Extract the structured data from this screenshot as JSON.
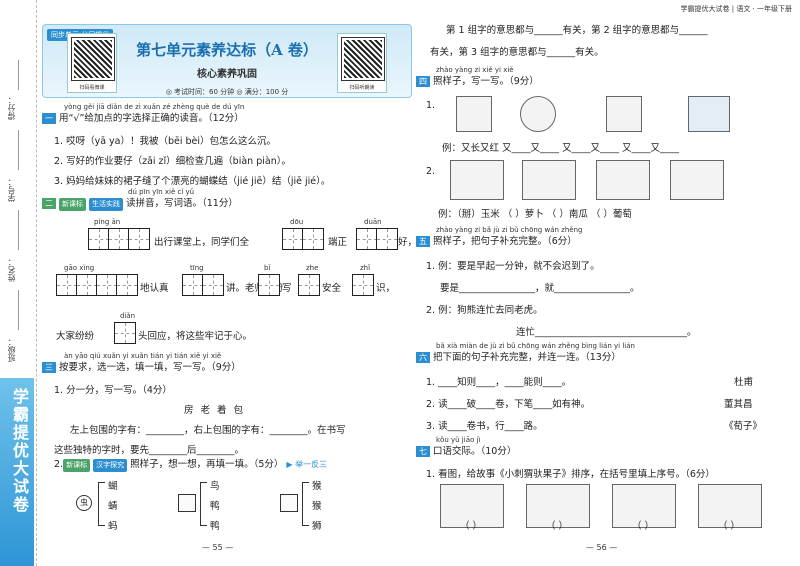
{
  "strip": {
    "labels": [
      "得分：",
      "学号：",
      "姓名：",
      "班级："
    ],
    "brand": "学霸提优大试卷"
  },
  "header": {
    "tag": "同步单元 分层提优",
    "top_right": "学霸提优大试卷 | 语文 · 一年级下册",
    "title": "第七单元素养达标（A 卷）",
    "subtitle": "核心素养巩固",
    "meta": "◎ 考试时间：60 分钟    ◎ 满分：100 分",
    "qr_left_cap": "扫码看微课",
    "qr_right_cap": "扫码听朗读"
  },
  "s1": {
    "num": "一",
    "pinyin": "yòng                    gěi jiā diǎn de zì xuǎn zé zhèng què de dú yīn",
    "heading": "用“√”给加点的字选择正确的读音。（12分）",
    "items": [
      "1. 哎呀（yā  ya）！我被（bēi  bèi）包怎么这么沉。",
      "2. 写好的作业要仔（zǎi  zǐ）细检查几遍（biàn  piàn）。",
      "3. 妈妈给妹妹的裙子缝了个漂亮的蝴蝶结（jié  jiē）结（jiē  jié）。"
    ]
  },
  "s2": {
    "num": "二",
    "tag1": "新课标",
    "tag2": "生活实践",
    "pinyin": "dú pīn yīn   xiě cí yǔ",
    "heading": "读拼音，写词语。（11分）",
    "row1_py": [
      "píng   ān",
      "dōu",
      "duān"
    ],
    "row1_t": [
      "出行课堂上，同学们全",
      "端正",
      "好，"
    ],
    "row2_py": [
      "gāo   xìng",
      "tīng",
      "bǐ",
      "zhe",
      "zhǐ"
    ],
    "row2_t": [
      "地认真",
      "讲。老师用粉",
      "写",
      "安全",
      "识，"
    ],
    "row3_py": "diǎn",
    "row3_t": [
      "大家纷纷",
      "头回应，将这些牢记于心。"
    ]
  },
  "s3": {
    "num": "三",
    "pinyin": "àn yāo qiú   xuǎn yi xuǎn   tián yi tián   xiě yi xiě",
    "heading": "按要求，选一选，填一填，写一写。（9分）",
    "q1": "1. 分一分，写一写。（4分）",
    "words": "房   老   着   包",
    "q1_line1": "左上包围的字有：________，右上包围的字有：________。在书写",
    "q1_line2": "这些独特的字时，要先________后________。",
    "q2_tag1": "新课标",
    "q2_tag2": "汉字探究",
    "q2": "照样子，想一想，再填一填。（5分）",
    "q2_link": "▶ 举一反三",
    "center_char": "虫",
    "col1": [
      "蝴",
      "蜻",
      "蚂"
    ],
    "col2": [
      "鸟",
      "鸭",
      "鸭"
    ],
    "col3": [
      "猴",
      "猴",
      "狮"
    ]
  },
  "page_left": "— 55 —",
  "page_right": "— 56 —",
  "r_top": {
    "line1": "第 1 组字的意思都与______有关，第 2 组字的意思都与______",
    "line2": "有关，第 3 组字的意思都与______有关。"
  },
  "s4": {
    "num": "四",
    "pinyin": "zhào yàng zi   xiě yi xiě",
    "heading": "照样子，写一写。（9分）",
    "q1": "1.",
    "example1": "例：又长又红    又____又____    又____又____    又____又____",
    "q2": "2.",
    "example2": "例：（掰）玉米     （    ）萝卜     （    ）南瓜     （    ）葡萄"
  },
  "s5": {
    "num": "五",
    "pinyin": "zhào yàng zi   bǎ jù zi bǔ chōng wán zhěng",
    "heading": "照样子，把句子补充完整。（6分）",
    "ex1": "1. 例：要是早起一分钟，就不会迟到了。",
    "ans1": "要是________________，就________________。",
    "ex2": "2. 例：狗熊连忙去同老虎。",
    "ans2": "连忙________________________________。"
  },
  "s6": {
    "num": "六",
    "pinyin": "bǎ xià miàn de jù zi bǔ chōng wán zhěng   bìng lián yi lián",
    "heading": "把下面的句子补充完整，并连一连。（13分）",
    "lines": [
      {
        "text": "1. ____知则____，____能则____。",
        "author": "杜甫"
      },
      {
        "text": "2. 读____破____卷，下笔____如有神。",
        "author": "董其昌"
      },
      {
        "text": "3. 读____卷书，行____路。",
        "author": "《荀子》"
      }
    ]
  },
  "s7": {
    "num": "七",
    "pinyin": "kǒu yǔ jiāo jì",
    "heading": "口语交际。（10分）",
    "q1": "1. 看图，给故事《小刺猬驮果子》排序，在括号里填上序号。（6分）",
    "brackets": [
      "（    ）",
      "（    ）",
      "（    ）",
      "（    ）"
    ]
  }
}
